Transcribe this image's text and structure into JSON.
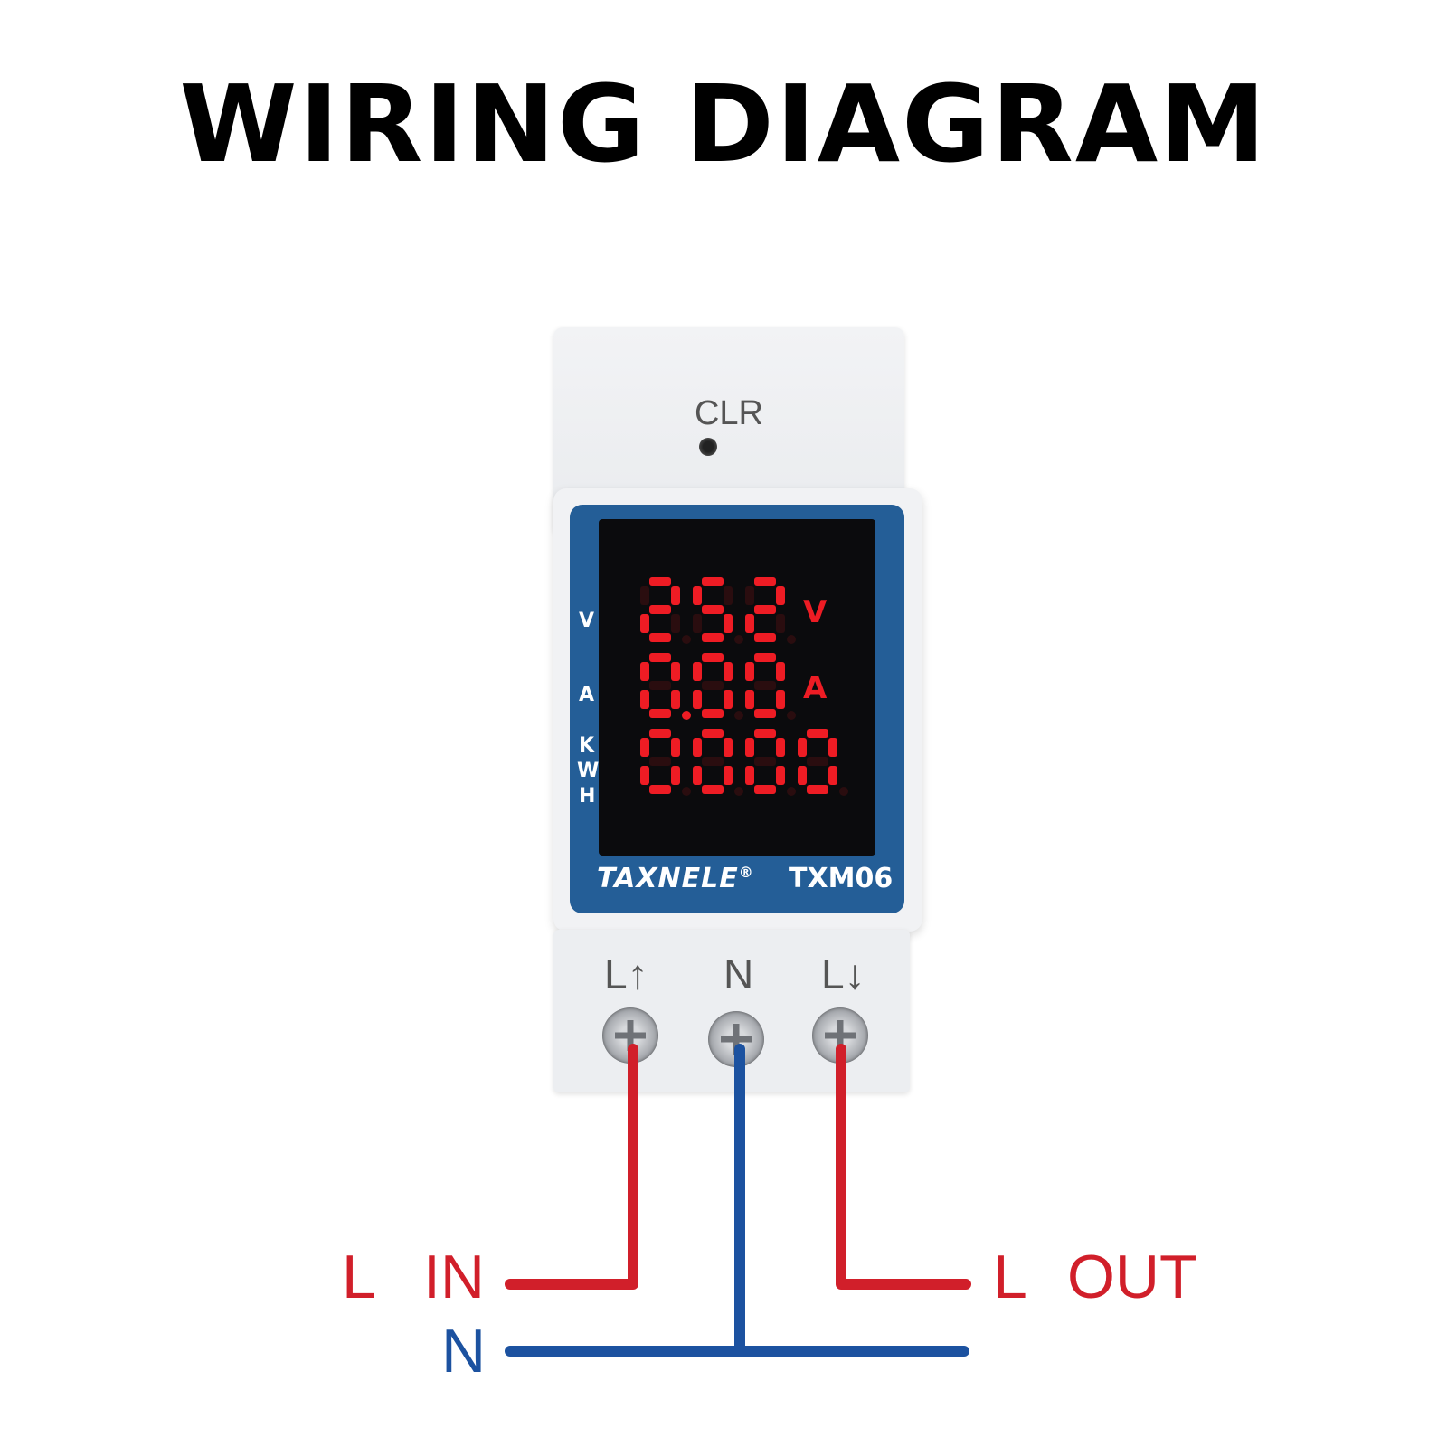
{
  "title": "WIRING DIAGRAM",
  "device": {
    "clr_label": "CLR",
    "side_labels": [
      "V",
      "A",
      "K",
      "W",
      "H"
    ],
    "display": {
      "row1": {
        "value": "252",
        "unit": "V"
      },
      "row2": {
        "value": "0.00",
        "unit": "A"
      },
      "row3": {
        "value": "0000",
        "unit": ""
      }
    },
    "brand": "TAXNELE",
    "brand_mark": "®",
    "model": "TXM06",
    "terminals": {
      "left": "L↑",
      "middle": "N",
      "right": "L↓"
    }
  },
  "wires": {
    "l_in_letter": "L",
    "l_in_word": "IN",
    "l_out_letter": "L",
    "l_out_word": "OUT",
    "n_label": "N"
  },
  "colors": {
    "line_wire": "#d11f2a",
    "neutral_wire": "#1c52a0",
    "display_digits": "#ee1c24",
    "panel_blue": "#245e97"
  }
}
